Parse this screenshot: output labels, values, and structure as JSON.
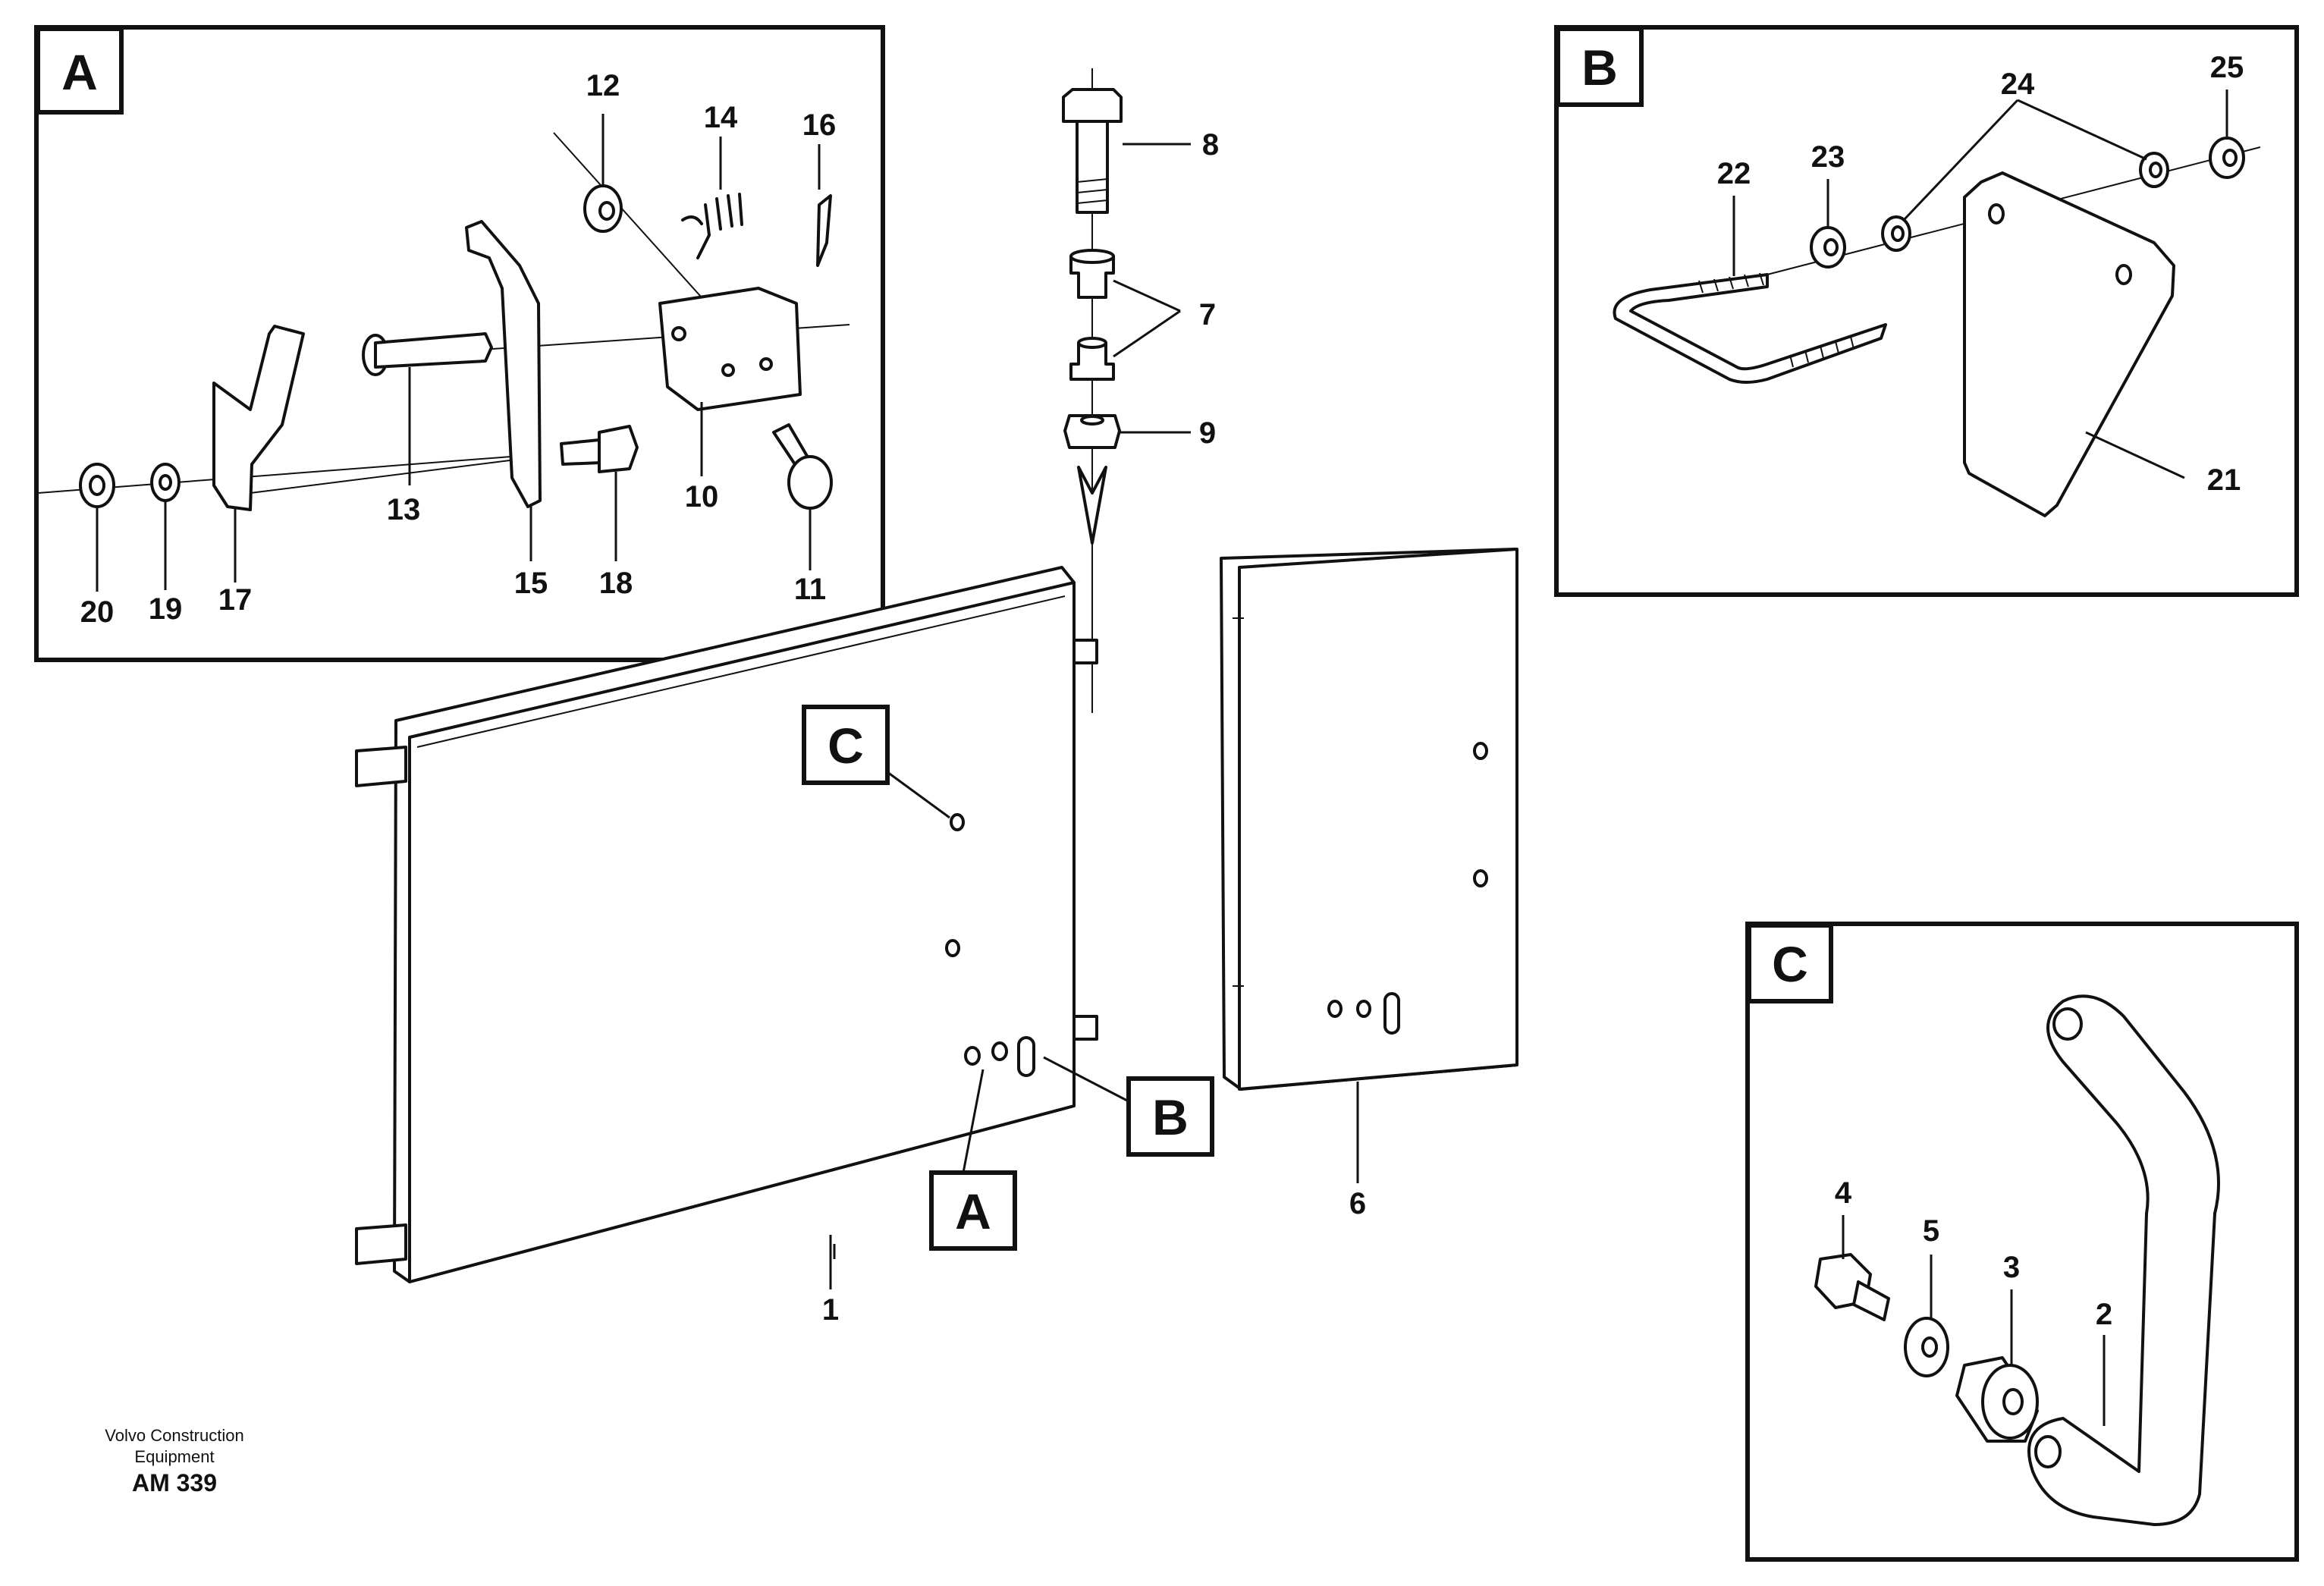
{
  "callouts": {
    "detail_a": "A",
    "detail_b": "B",
    "detail_c": "C",
    "door_a": "A",
    "door_b": "B",
    "door_c": "C"
  },
  "parts": {
    "p1": "1",
    "p2": "2",
    "p3": "3",
    "p4": "4",
    "p5": "5",
    "p6": "6",
    "p7": "7",
    "p8": "8",
    "p9": "9",
    "p10": "10",
    "p11": "11",
    "p12": "12",
    "p13": "13",
    "p14": "14",
    "p15": "15",
    "p16": "16",
    "p17": "17",
    "p18": "18",
    "p19": "19",
    "p20": "20",
    "p21": "21",
    "p22": "22",
    "p23": "23",
    "p24": "24",
    "p25": "25"
  },
  "footer": {
    "company_line1": "Volvo Construction",
    "company_line2": "Equipment",
    "drawing_code": "AM 339"
  }
}
